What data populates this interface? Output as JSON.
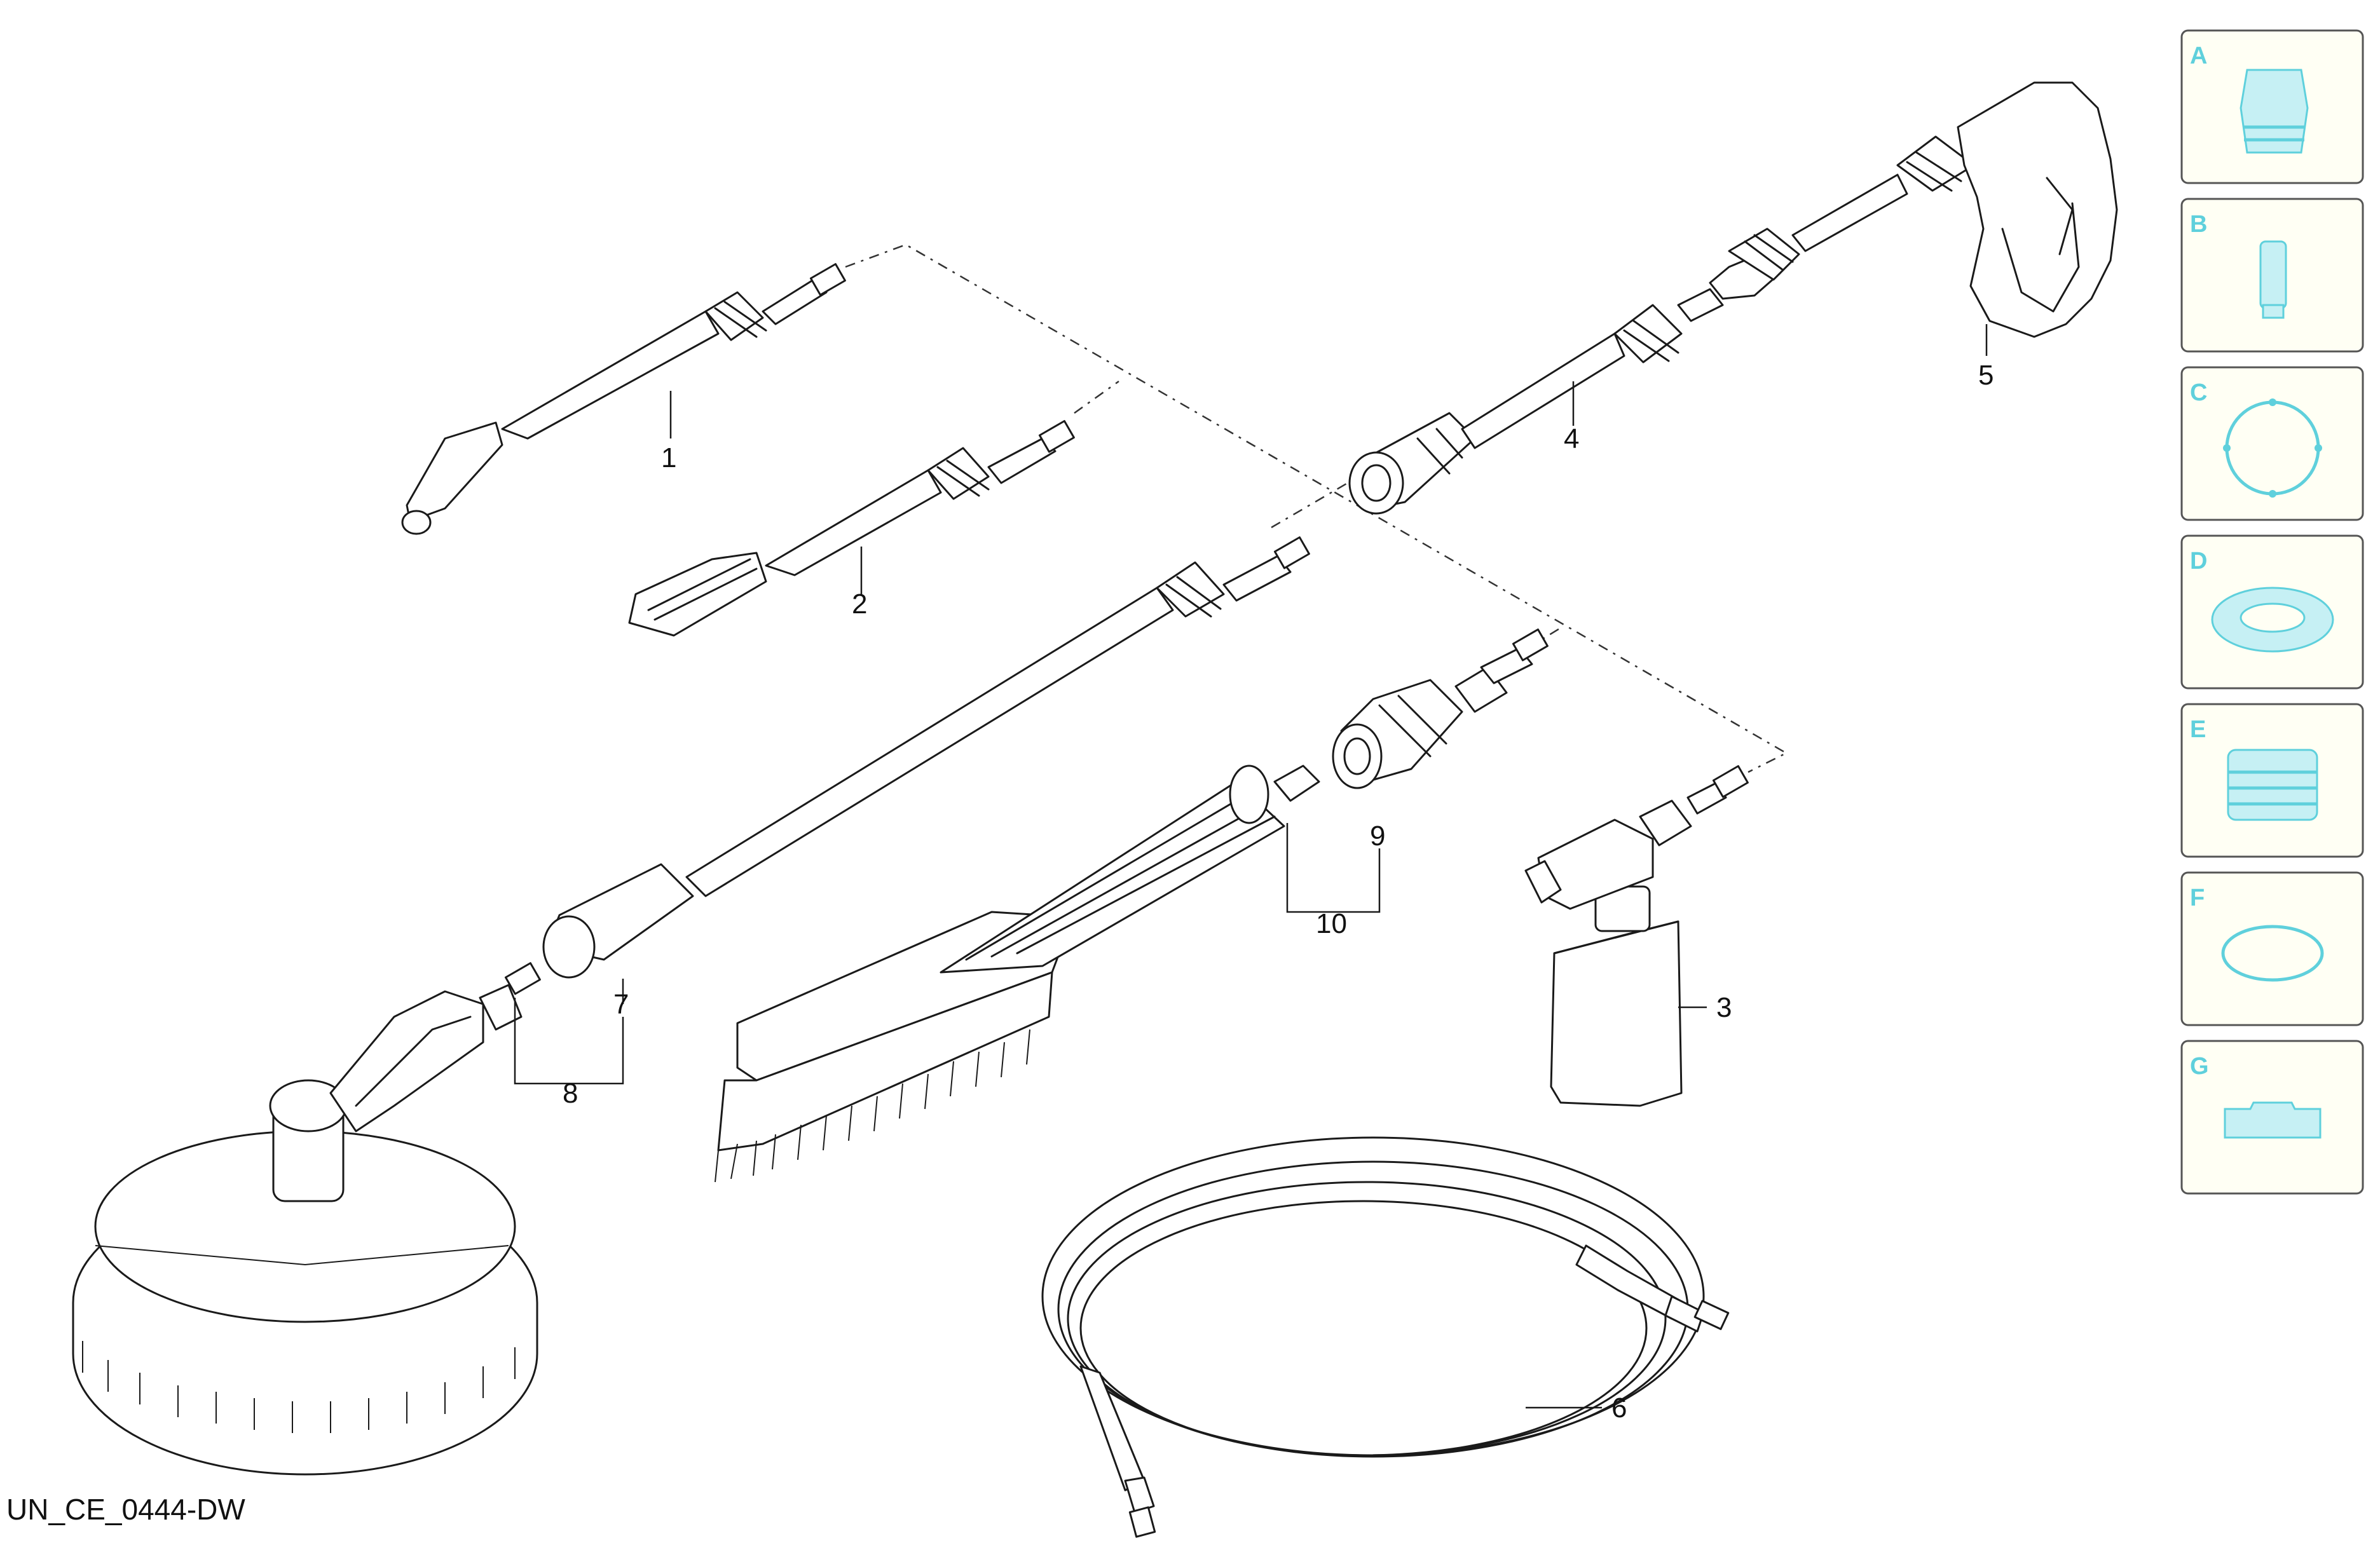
{
  "drawing_code": "UN_CE_0444-DW",
  "callouts": [
    "1",
    "2",
    "3",
    "4",
    "5",
    "6",
    "7",
    "8",
    "9",
    "10"
  ],
  "legend": {
    "letters": [
      "A",
      "B",
      "C",
      "D",
      "E",
      "F",
      "G"
    ],
    "accent_color": "#5fd0dc"
  },
  "parts": {
    "spray_lance_1": "lance",
    "spray_lance_2": "lance",
    "foam_bottle": "bottle",
    "extension": "extension",
    "gun": "trigger-gun",
    "hose": "hose",
    "surface_cleaner": "surface-cleaner",
    "wash_brush": "brush"
  }
}
